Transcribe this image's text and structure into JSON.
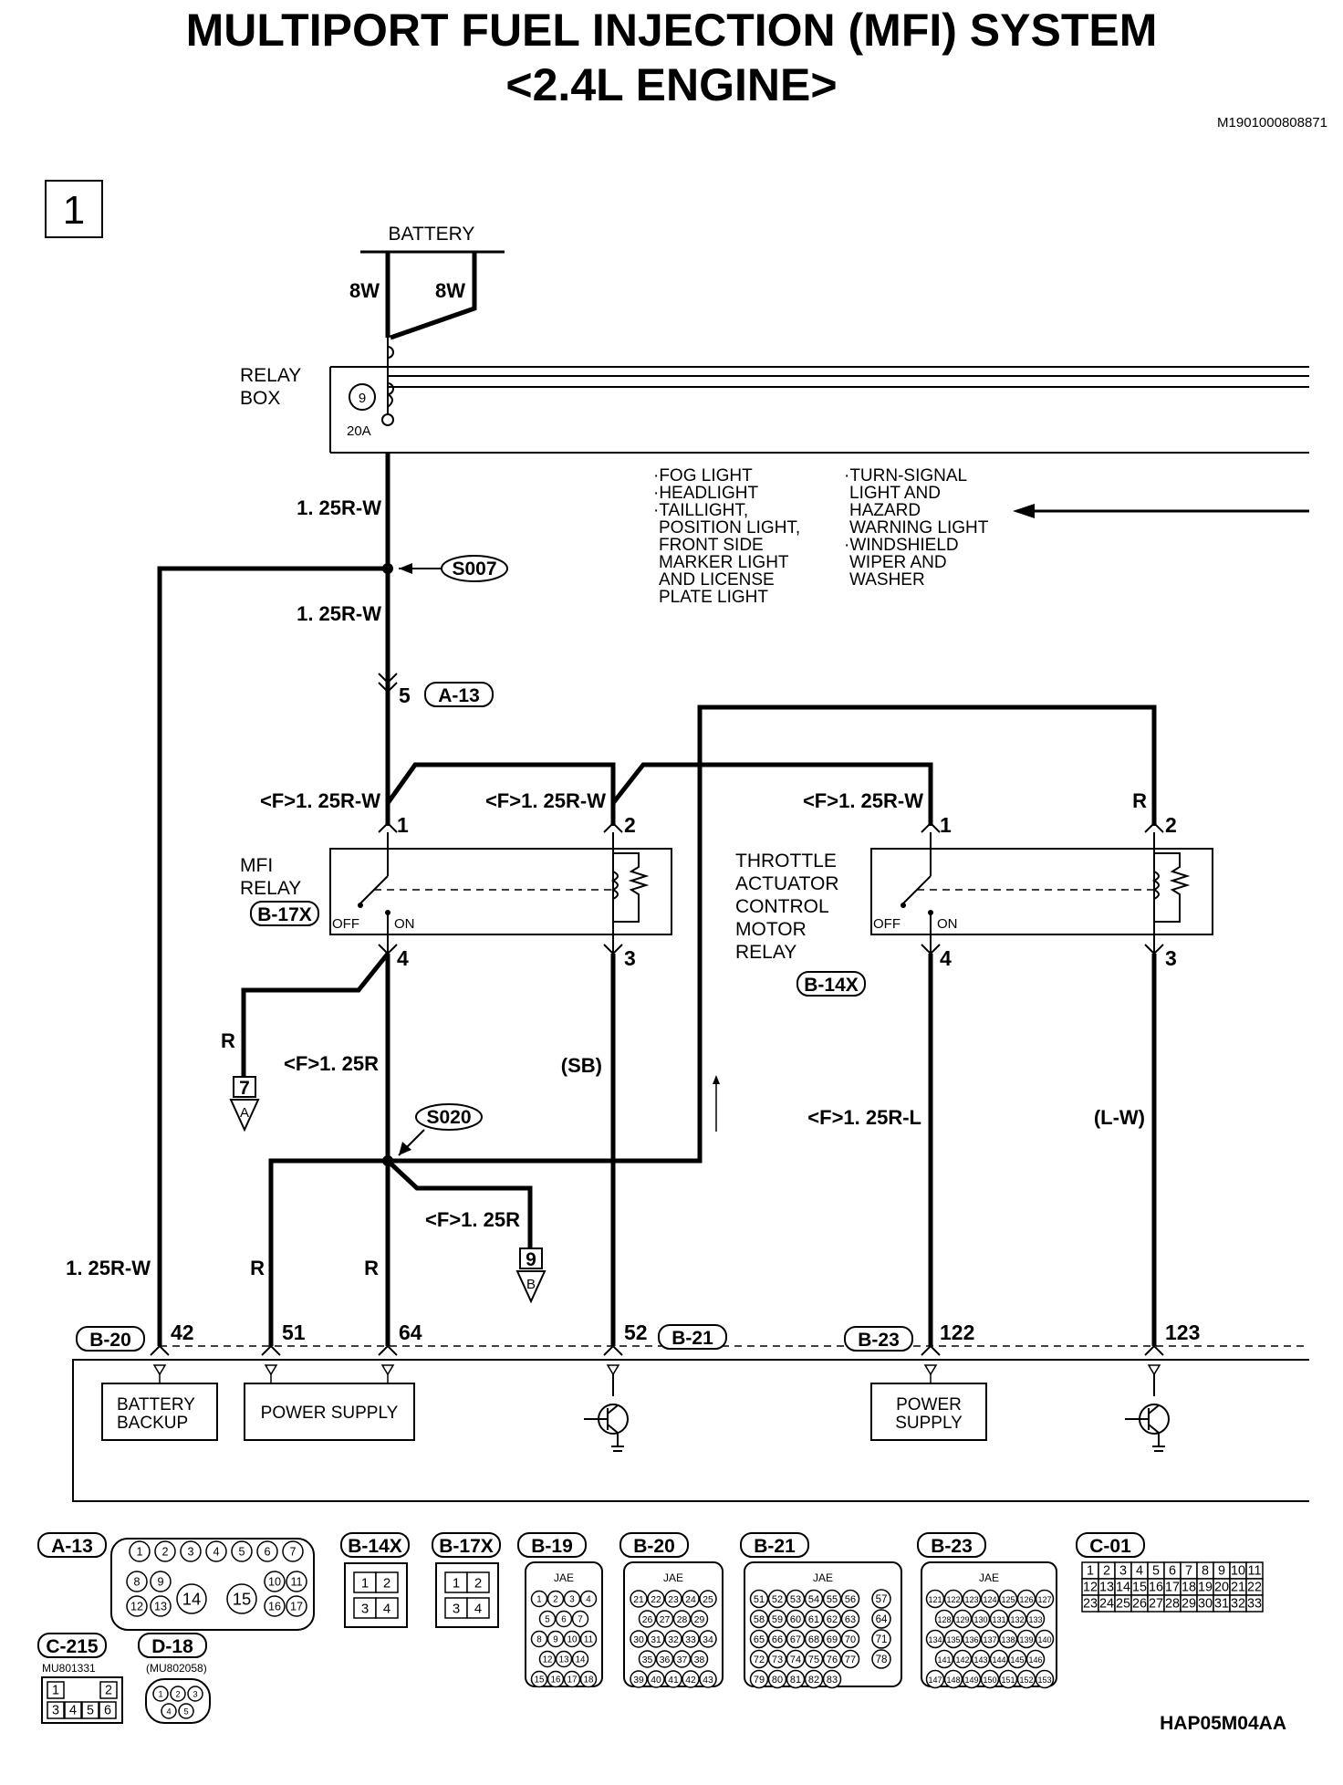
{
  "title_line1": "MULTIPORT FUEL INJECTION (MFI) SYSTEM",
  "title_line2": "<2.4L ENGINE>",
  "doc_id": "M1901000808871",
  "page_number": "1",
  "figure_code": "HAP05M04AA",
  "battery": "BATTERY",
  "battery_wire_left": "8W",
  "battery_wire_right": "8W",
  "relay_box_line1": "RELAY",
  "relay_box_line2": "BOX",
  "fuse_number": "9",
  "fuse_rating": "20A",
  "wires": {
    "w1": "1. 25R-W",
    "w2": "1. 25R-W",
    "w3": "<F>1. 25R-W",
    "w4": "<F>1. 25R-W",
    "w5": "<F>1. 25R-W",
    "w6": "R",
    "w7": "R",
    "w8": "<F>1. 25R",
    "w9": "(SB)",
    "w10": "<F>1. 25R-L",
    "w11": "(L-W)",
    "w12": "<F>1. 25R",
    "w13": "1. 25R-W",
    "w14": "R",
    "w15": "R"
  },
  "splice_1": "S007",
  "splice_2": "S020",
  "a13_pin": "5",
  "a13_label": "A-13",
  "notes_left": [
    "·FOG LIGHT",
    "·HEADLIGHT",
    "·TAILLIGHT,",
    "POSITION LIGHT,",
    "FRONT SIDE",
    "MARKER LIGHT",
    "AND LICENSE",
    "PLATE LIGHT"
  ],
  "notes_right": [
    "·TURN-SIGNAL",
    "LIGHT AND",
    "HAZARD",
    "WARNING LIGHT",
    "·WINDSHIELD",
    "WIPER AND",
    "WASHER"
  ],
  "mfi_relay": {
    "line1": "MFI",
    "line2": "RELAY",
    "connector": "B-17X",
    "pin1": "1",
    "pin2": "2",
    "pin3": "3",
    "pin4": "4",
    "off": "OFF",
    "on": "ON"
  },
  "throttle_relay": {
    "line1": "THROTTLE",
    "line2": "ACTUATOR",
    "line3": "CONTROL",
    "line4": "MOTOR",
    "line5": "RELAY",
    "connector": "B-14X",
    "pin1": "1",
    "pin2": "2",
    "pin3": "3",
    "pin4": "4",
    "off": "OFF",
    "on": "ON"
  },
  "off_page_a": {
    "num": "7",
    "letter": "A"
  },
  "off_page_b": {
    "num": "9",
    "letter": "B"
  },
  "ecm": {
    "conn_b20": "B-20",
    "conn_b21": "B-21",
    "conn_b23": "B-23",
    "pin42": "42",
    "pin51": "51",
    "pin64": "64",
    "pin52": "52",
    "pin122": "122",
    "pin123": "123",
    "battery_backup_line1": "BATTERY",
    "battery_backup_line2": "BACKUP",
    "power_supply_1": "POWER SUPPLY",
    "power_supply_2_line1": "POWER",
    "power_supply_2_line2": "SUPPLY"
  },
  "connectors": {
    "a13": {
      "label": "A-13",
      "pins": [
        "1",
        "2",
        "3",
        "4",
        "5",
        "6",
        "7",
        "8",
        "9",
        "10",
        "11",
        "12",
        "13",
        "14",
        "15",
        "16",
        "17"
      ]
    },
    "b14x": {
      "label": "B-14X",
      "pins": [
        "1",
        "2",
        "3",
        "4"
      ]
    },
    "b17x": {
      "label": "B-17X",
      "pins": [
        "1",
        "2",
        "3",
        "4"
      ]
    },
    "b19": {
      "label": "B-19",
      "type": "JAE",
      "pins": [
        "1",
        "2",
        "3",
        "4",
        "5",
        "6",
        "7",
        "8",
        "9",
        "10",
        "11",
        "12",
        "13",
        "14",
        "15",
        "16",
        "17",
        "18"
      ]
    },
    "b20": {
      "label": "B-20",
      "type": "JAE",
      "pins": [
        "21",
        "22",
        "23",
        "24",
        "25",
        "26",
        "27",
        "28",
        "29",
        "30",
        "31",
        "32",
        "33",
        "34",
        "35",
        "36",
        "37",
        "38",
        "39",
        "40",
        "41",
        "42",
        "43"
      ]
    },
    "b21": {
      "label": "B-21",
      "type": "JAE",
      "pins": [
        "51",
        "52",
        "53",
        "54",
        "55",
        "56",
        "57",
        "58",
        "59",
        "60",
        "61",
        "62",
        "63",
        "64",
        "65",
        "66",
        "67",
        "68",
        "69",
        "70",
        "71",
        "72",
        "73",
        "74",
        "75",
        "76",
        "77",
        "78",
        "79",
        "80",
        "81",
        "82",
        "83"
      ]
    },
    "b23": {
      "label": "B-23",
      "type": "JAE",
      "pins": [
        "121",
        "122",
        "123",
        "124",
        "125",
        "126",
        "127",
        "128",
        "129",
        "130",
        "131",
        "132",
        "133",
        "134",
        "135",
        "136",
        "137",
        "138",
        "139",
        "140",
        "141",
        "142",
        "143",
        "144",
        "145",
        "146",
        "147",
        "148",
        "149",
        "150",
        "151",
        "152",
        "153"
      ]
    },
    "c01": {
      "label": "C-01",
      "pins": [
        "1",
        "2",
        "3",
        "4",
        "5",
        "6",
        "7",
        "8",
        "9",
        "10",
        "11",
        "12",
        "13",
        "14",
        "15",
        "16",
        "17",
        "18",
        "19",
        "20",
        "21",
        "22",
        "23",
        "24",
        "25",
        "26",
        "27",
        "28",
        "29",
        "30",
        "31",
        "32",
        "33"
      ]
    },
    "c215": {
      "label": "C-215",
      "part": "MU801331",
      "pins": [
        "1",
        "2",
        "3",
        "4",
        "5",
        "6"
      ]
    },
    "d18": {
      "label": "D-18",
      "part": "(MU802058)",
      "pins": [
        "1",
        "2",
        "3",
        "4",
        "5"
      ]
    }
  }
}
